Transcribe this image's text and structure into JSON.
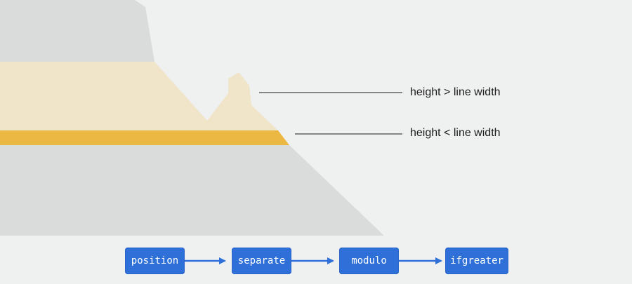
{
  "annotations": [
    {
      "id": "tall",
      "label": "height > line width"
    },
    {
      "id": "thin",
      "label": "height < line width"
    }
  ],
  "flow": {
    "nodes": [
      "position",
      "separate",
      "modulo",
      "ifgreater"
    ]
  },
  "colors": {
    "background": "#eff0f0",
    "terrain_gray": "#dadbdb",
    "beige_layer": "#f0e4c9",
    "orange_band": "#ebb943",
    "node_blue": "#2e6fd8",
    "arrow_blue": "#2e6fd8",
    "leader_line": "#1d1d1f"
  }
}
